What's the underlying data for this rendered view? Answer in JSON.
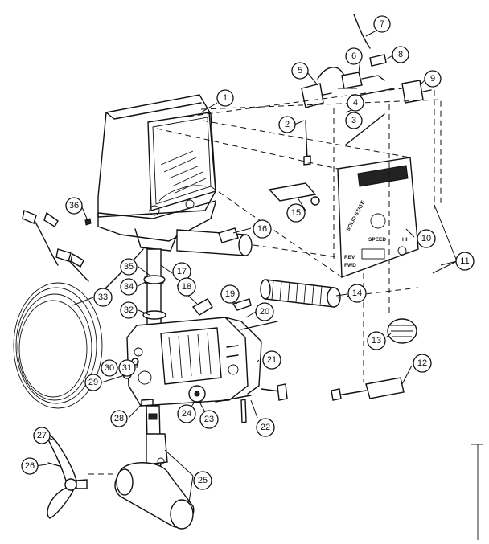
{
  "callouts": [
    {
      "id": "1",
      "label": "1"
    },
    {
      "id": "2",
      "label": "2"
    },
    {
      "id": "3",
      "label": "3"
    },
    {
      "id": "4",
      "label": "4"
    },
    {
      "id": "5",
      "label": "5"
    },
    {
      "id": "6",
      "label": "6"
    },
    {
      "id": "7",
      "label": "7"
    },
    {
      "id": "8",
      "label": "8"
    },
    {
      "id": "9",
      "label": "9"
    },
    {
      "id": "10",
      "label": "10"
    },
    {
      "id": "11",
      "label": "11"
    },
    {
      "id": "12",
      "label": "12"
    },
    {
      "id": "13",
      "label": "13"
    },
    {
      "id": "14",
      "label": "14"
    },
    {
      "id": "15",
      "label": "15"
    },
    {
      "id": "16",
      "label": "16"
    },
    {
      "id": "17",
      "label": "17"
    },
    {
      "id": "18",
      "label": "18"
    },
    {
      "id": "19",
      "label": "19"
    },
    {
      "id": "20",
      "label": "20"
    },
    {
      "id": "21",
      "label": "21"
    },
    {
      "id": "22",
      "label": "22"
    },
    {
      "id": "23",
      "label": "23"
    },
    {
      "id": "24",
      "label": "24"
    },
    {
      "id": "25",
      "label": "25"
    },
    {
      "id": "26",
      "label": "26"
    },
    {
      "id": "27",
      "label": "27"
    },
    {
      "id": "28",
      "label": "28"
    },
    {
      "id": "29",
      "label": "29"
    },
    {
      "id": "30",
      "label": "30"
    },
    {
      "id": "31",
      "label": "31"
    },
    {
      "id": "32",
      "label": "32"
    },
    {
      "id": "33",
      "label": "33"
    },
    {
      "id": "34",
      "label": "34"
    },
    {
      "id": "35",
      "label": "35"
    },
    {
      "id": "36",
      "label": "36"
    }
  ],
  "panel": {
    "line1": "SOLID STATE",
    "line2": "SPEED",
    "line3": "HI",
    "line4": "REV",
    "line5": "FWD"
  }
}
